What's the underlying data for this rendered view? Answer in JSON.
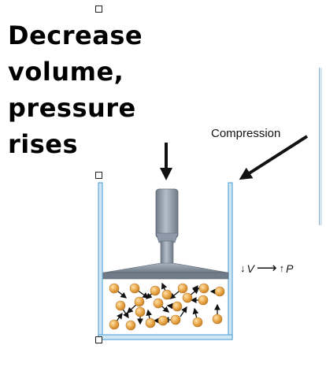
{
  "slide": {
    "text_lines": [
      "Decrease",
      "volume,",
      "pressure",
      "rises"
    ]
  },
  "figure": {
    "compression_label": "Compression",
    "relation": {
      "down_arrow": "↓",
      "volume": "V",
      "right_arrow": "⟶",
      "up_arrow": "↑",
      "pressure": "P"
    },
    "colors": {
      "container": "#5fa8d8",
      "piston": "#8d99a6",
      "molecule": "#e8a547",
      "arrow": "#111111"
    }
  }
}
